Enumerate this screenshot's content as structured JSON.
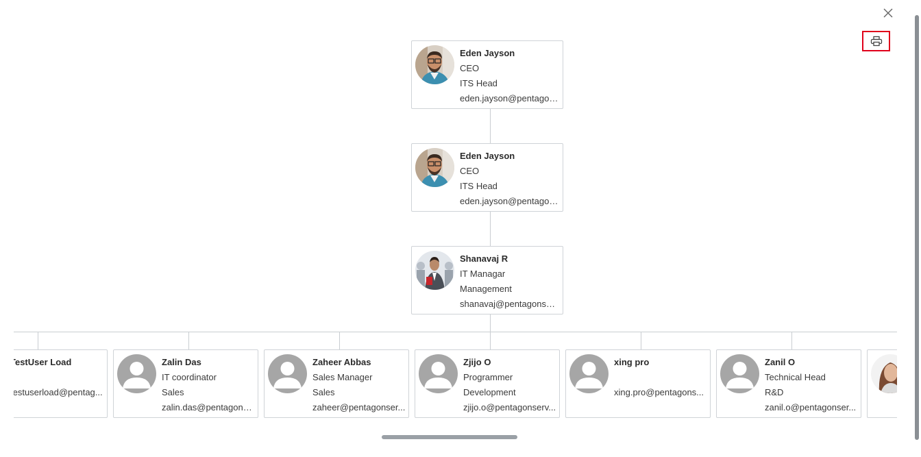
{
  "toolbar": {
    "close_icon": "close-icon",
    "print_icon": "printer-icon"
  },
  "colors": {
    "print_highlight": "#e0001a",
    "card_border": "#cfd3d7",
    "connector": "#c9cdd1",
    "scrollbar": "#8a8f94"
  },
  "top_chain": [
    {
      "name": "Eden Jayson",
      "title": "CEO",
      "department": "ITS Head",
      "email": "eden.jayson@pentagon...",
      "avatar": "photo-man-glasses"
    },
    {
      "name": "Eden Jayson",
      "title": "CEO",
      "department": "ITS Head",
      "email": "eden.jayson@pentagon...",
      "avatar": "photo-man-glasses"
    },
    {
      "name": "Shanavaj R",
      "title": "IT Managar",
      "department": "Management",
      "email": "shanavaj@pentagonser...",
      "avatar": "photo-man-suit"
    }
  ],
  "reports": [
    {
      "name": "TestUser Load",
      "title": "",
      "department": "",
      "email": "testuserload@pentag...",
      "avatar": "placeholder"
    },
    {
      "name": "Zalin Das",
      "title": "IT coordinator",
      "department": "Sales",
      "email": "zalin.das@pentagons...",
      "avatar": "placeholder"
    },
    {
      "name": "Zaheer Abbas",
      "title": "Sales Manager",
      "department": "Sales",
      "email": "zaheer@pentagonser...",
      "avatar": "placeholder"
    },
    {
      "name": "Zjijo O",
      "title": "Programmer",
      "department": "Development",
      "email": "zjijo.o@pentagonserv...",
      "avatar": "placeholder"
    },
    {
      "name": "xing pro",
      "title": "",
      "department": "",
      "email": "xing.pro@pentagons...",
      "avatar": "placeholder"
    },
    {
      "name": "Zanil O",
      "title": "Technical Head",
      "department": "R&D",
      "email": "zanil.o@pentagonser...",
      "avatar": "placeholder"
    },
    {
      "name": "",
      "title": "",
      "department": "",
      "email": "",
      "avatar": "photo-woman"
    }
  ]
}
